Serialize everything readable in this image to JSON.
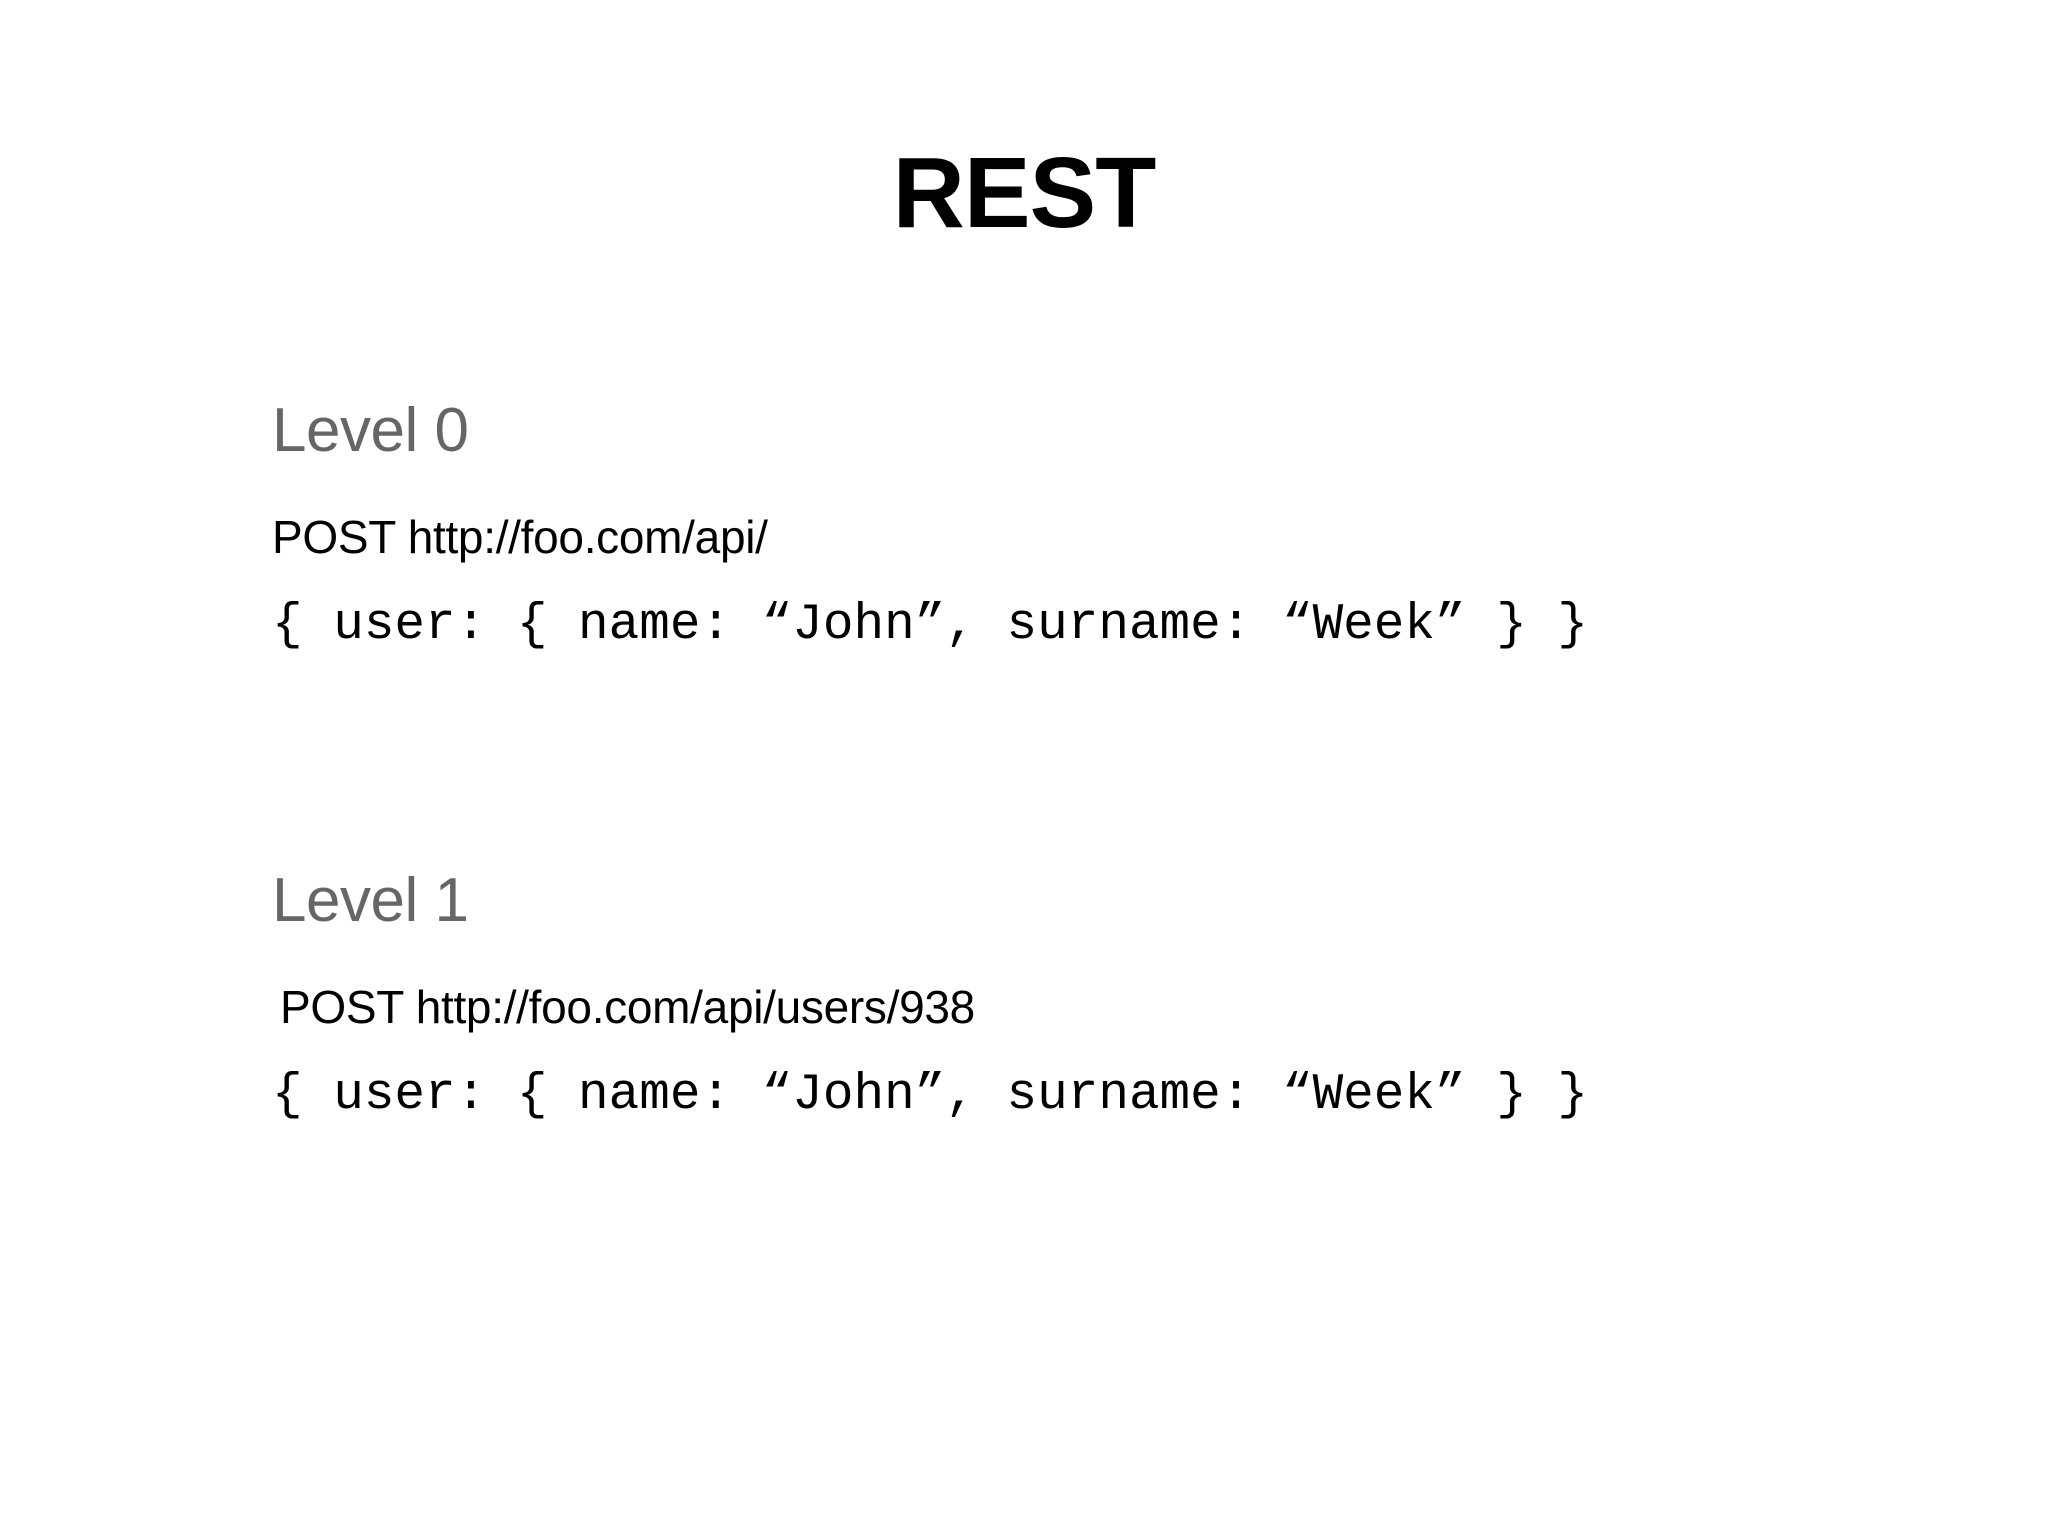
{
  "slide": {
    "title": "REST",
    "background_color": "#ffffff",
    "heading_color": "#666666",
    "body_color": "#000000"
  },
  "sections": [
    {
      "heading": "Level 0",
      "request": "POST http://foo.com/api/",
      "payload": "{ user: { name: “John”, surname: “Week” } }"
    },
    {
      "heading": "Level 1",
      "request": "POST http://foo.com/api/users/938",
      "payload": "{ user: { name: “John”, surname: “Week” } }"
    }
  ]
}
